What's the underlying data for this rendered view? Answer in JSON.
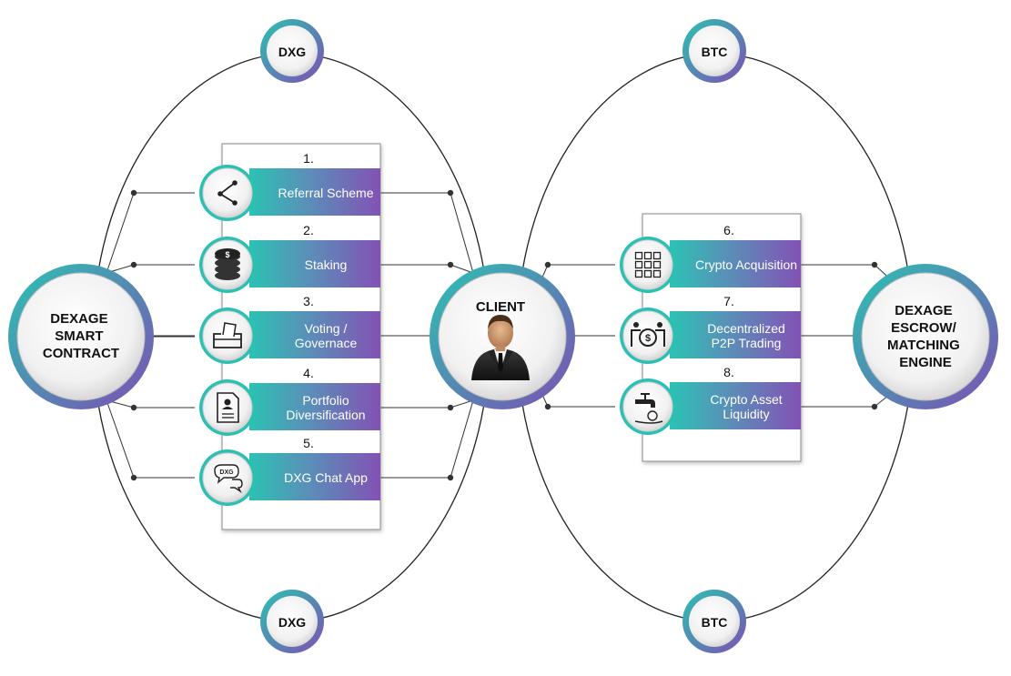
{
  "left_hub": {
    "lines": [
      "DEXAGE",
      "SMART",
      "CONTRACT"
    ]
  },
  "center_hub": {
    "label": "CLIENT",
    "icon": "businessman-icon"
  },
  "right_hub": {
    "lines": [
      "DEXAGE",
      "ESCROW/",
      "MATCHING",
      "ENGINE"
    ]
  },
  "token_badges": {
    "left_top": "DXG",
    "left_bottom": "DXG",
    "right_top": "BTC",
    "right_bottom": "BTC"
  },
  "left_features": [
    {
      "number": "1.",
      "lines": [
        "Referral Scheme"
      ],
      "icon": "share-nodes-icon"
    },
    {
      "number": "2.",
      "lines": [
        "Staking"
      ],
      "icon": "coin-stack-icon"
    },
    {
      "number": "3.",
      "lines": [
        "Voting /",
        "Governace"
      ],
      "icon": "ballot-box-icon"
    },
    {
      "number": "4.",
      "lines": [
        "Portfolio",
        "Diversification"
      ],
      "icon": "profile-document-icon"
    },
    {
      "number": "5.",
      "lines": [
        "DXG Chat App"
      ],
      "icon": "chat-bubbles-icon",
      "icon_text": "DXG"
    }
  ],
  "right_features": [
    {
      "number": "6.",
      "lines": [
        "Crypto Acquisition"
      ],
      "icon": "blockchain-grid-icon"
    },
    {
      "number": "7.",
      "lines": [
        "Decentralized",
        "P2P Trading"
      ],
      "icon": "p2p-exchange-icon"
    },
    {
      "number": "8.",
      "lines": [
        "Crypto Asset",
        "Liquidity"
      ],
      "icon": "liquidity-tap-icon"
    }
  ],
  "colors": {
    "teal": "#2bc0b4",
    "purple": "#7b52b0",
    "line": "#333333",
    "panel_border": "#9a9a9a"
  }
}
